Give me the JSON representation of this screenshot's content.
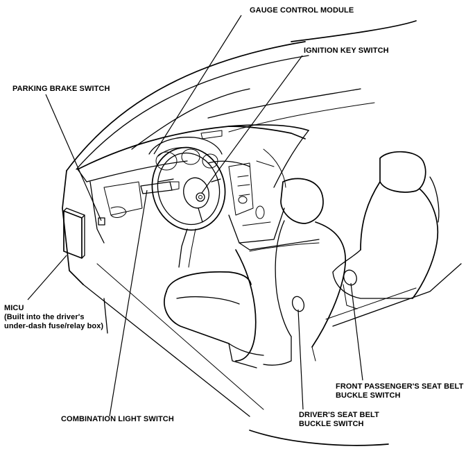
{
  "labels": {
    "gauge_control_module": "GAUGE CONTROL MODULE",
    "ignition_key_switch": "IGNITION KEY SWITCH",
    "parking_brake_switch": "PARKING BRAKE SWITCH",
    "micu_line1": "MICU",
    "micu_line2": "(Built into the driver's",
    "micu_line3": "under-dash fuse/relay box)",
    "combination_light_switch": "COMBINATION LIGHT SWITCH",
    "drivers_belt_line1": "DRIVER'S SEAT BELT",
    "drivers_belt_line2": "BUCKLE SWITCH",
    "passenger_belt_line1": "FRONT PASSENGER'S SEAT BELT",
    "passenger_belt_line2": "BUCKLE SWITCH"
  }
}
